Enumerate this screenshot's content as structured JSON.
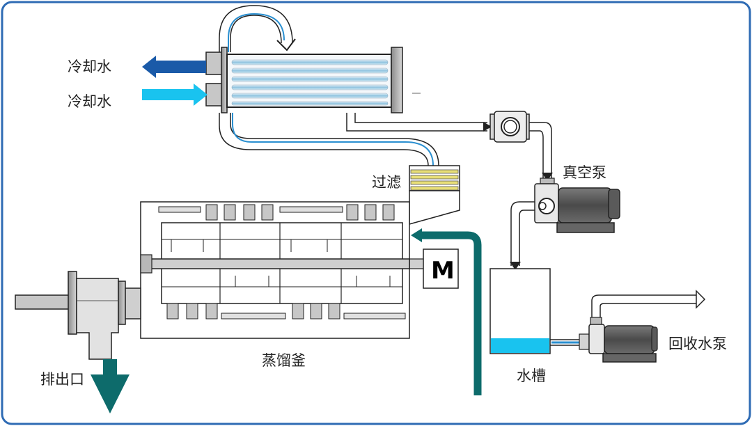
{
  "labels": {
    "cooling_water_out": "冷却水",
    "cooling_water_in": "冷却水",
    "filter": "过滤",
    "vacuum_pump": "真空泵",
    "recovery_pump": "回收水泵",
    "water_tank": "水槽",
    "still": "蒸馏釜",
    "discharge": "排出口",
    "motor": "M"
  },
  "colors": {
    "border": "#2e6bb4",
    "cold_out": "#1a5aa8",
    "cold_in": "#19c3ef",
    "steam_pipe": "#0d6b6b",
    "filter_stripe": "#e8df78",
    "pump_body": "#555555",
    "water": "#19c3ef"
  }
}
